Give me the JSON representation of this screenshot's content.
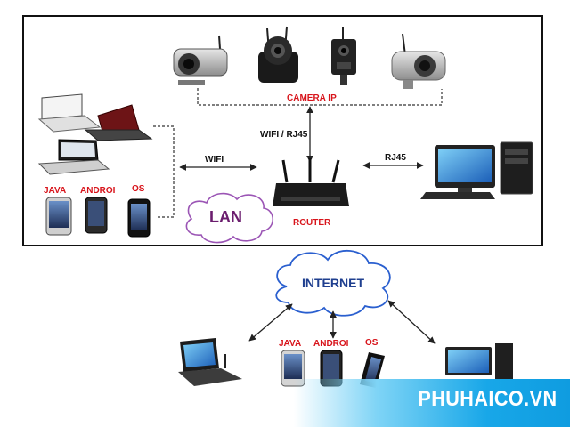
{
  "lan_section": {
    "camera_label": "CAMERA IP",
    "wifi_rj45_label": "WIFI / RJ45",
    "wifi_label": "WIFI",
    "rj45_label": "RJ45",
    "router_label": "ROUTER",
    "lan_cloud_label": "LAN",
    "phone_labels": [
      "JAVA",
      "ANDROI",
      "OS"
    ]
  },
  "internet_section": {
    "cloud_label": "INTERNET",
    "phone_labels": [
      "JAVA",
      "ANDROI",
      "OS"
    ]
  },
  "watermark": "PHUHAICO.VN",
  "colors": {
    "label_red": "#d8141b",
    "lan_text": "#6b1d6e",
    "cloud_outline": "#9b55b5",
    "internet_text": "#1f3f8f",
    "internet_outline": "#2a5fcf",
    "banner_blue": "#18a7e8"
  }
}
